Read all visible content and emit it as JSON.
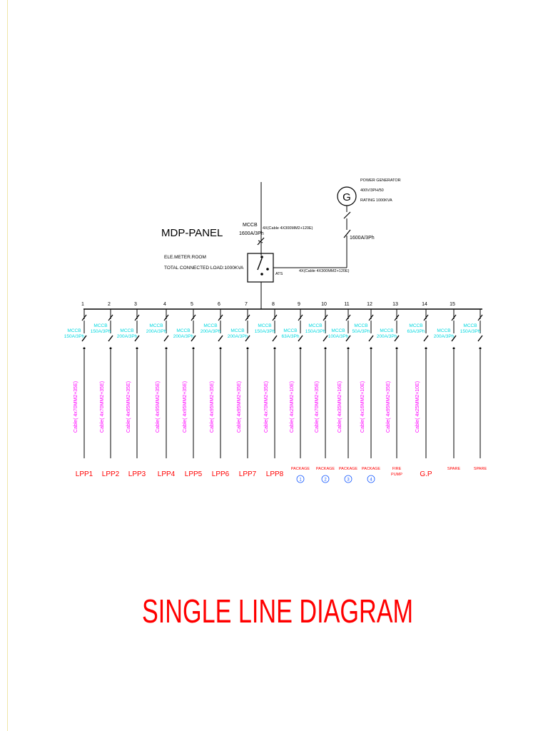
{
  "colors": {
    "wire": "#000000",
    "mccb_label": "#00d8e0",
    "cable_label": "#ff00ff",
    "load_label": "#ff0000",
    "package_circle": "#1a5cff",
    "title": "#ff0000",
    "margin_line": "#f0e6a8"
  },
  "panel": {
    "name": "MDP-PANEL",
    "location": "ELE.METER.ROOM",
    "connected_load": "TOTAL CONNECTED LOAD:1000KVA"
  },
  "incomer": {
    "mccb_label": "MCCB",
    "mccb_rating": "1600A/3Ph",
    "cable": "4X(Cable 4X300MM2+120E)"
  },
  "ats": {
    "label": "ATS",
    "cable": "4X(Cable 4X300MM2+120E)"
  },
  "generator": {
    "symbol": "G",
    "title": "POWER GENERATOR",
    "spec": "400V/3PH/50",
    "rating": "RATING 1000KVA",
    "breaker_rating": "1600A/3Ph"
  },
  "feeders": [
    {
      "no": "1",
      "mccb": "MCCB",
      "rating": "150A/3Ph",
      "cable": "Cable( 4x70MM2+35E)",
      "load": "LPP1"
    },
    {
      "no": "2",
      "mccb": "MCCB",
      "rating": "150A/3Ph",
      "cable": "Cable( 4x70MM2+35E)",
      "load": "LPP2"
    },
    {
      "no": "3",
      "mccb": "MCCB",
      "rating": "200A/3Ph",
      "cable": "Cable( 4x95MM2+35E)",
      "load": "LPP3"
    },
    {
      "no": "4",
      "mccb": "MCCB",
      "rating": "200A/3Ph",
      "cable": "Cable( 4x95MM2+35E)",
      "load": "LPP4"
    },
    {
      "no": "5",
      "mccb": "MCCB",
      "rating": "200A/3Ph",
      "cable": "Cable( 4x95MM2+35E)",
      "load": "LPP5"
    },
    {
      "no": "6",
      "mccb": "MCCB",
      "rating": "200A/3Ph",
      "cable": "Cable( 4x95MM2+35E)",
      "load": "LPP6"
    },
    {
      "no": "7",
      "mccb": "MCCB",
      "rating": "200A/3Ph",
      "cable": "Cable( 4x95MM2+35E)",
      "load": "LPP7"
    },
    {
      "no": "8",
      "mccb": "MCCB",
      "rating": "150A/3Ph",
      "cable": "Cable( 4x70MM2+35E)",
      "load": "LPP8"
    },
    {
      "no": "9",
      "mccb": "MCCB",
      "rating": "63A/3Ph",
      "cable": "Cable( 4x25MM2+10E)",
      "load": "PACKAGE",
      "load_num": "1"
    },
    {
      "no": "10",
      "mccb": "MCCB",
      "rating": "150A/3Ph",
      "cable": "Cable( 4x70MM2+35E)",
      "load": "PACKAGE",
      "load_num": "2"
    },
    {
      "no": "11",
      "mccb": "MCCB",
      "rating": "100A/3Ph",
      "cable": "Cable( 4x35MM2+16E)",
      "load": "PACKAGE",
      "load_num": "3"
    },
    {
      "no": "12",
      "mccb": "MCCB",
      "rating": "50A/3Ph",
      "cable": "Cable( 4x16MM2+10E)",
      "load": "PACKAGE",
      "load_num": "4"
    },
    {
      "no": "13",
      "mccb": "MCCB",
      "rating": "200A/3Ph",
      "cable": "Cable( 4x95MM2+35E)",
      "load": "FIRE",
      "load2": "PUMP"
    },
    {
      "no": "14",
      "mccb": "MCCB",
      "rating": "63A/3Ph",
      "cable": "Cable( 4x25MM2+10E)",
      "load": "G.P"
    },
    {
      "no": "15",
      "mccb": "MCCB",
      "rating": "200A/3Ph",
      "cable": "",
      "load": "SPARE"
    },
    {
      "no": "",
      "mccb": "MCCB",
      "rating": "150A/3Ph",
      "cable": "",
      "load": "SPARE"
    }
  ],
  "title": "SINGLE LINE DIAGRAM"
}
